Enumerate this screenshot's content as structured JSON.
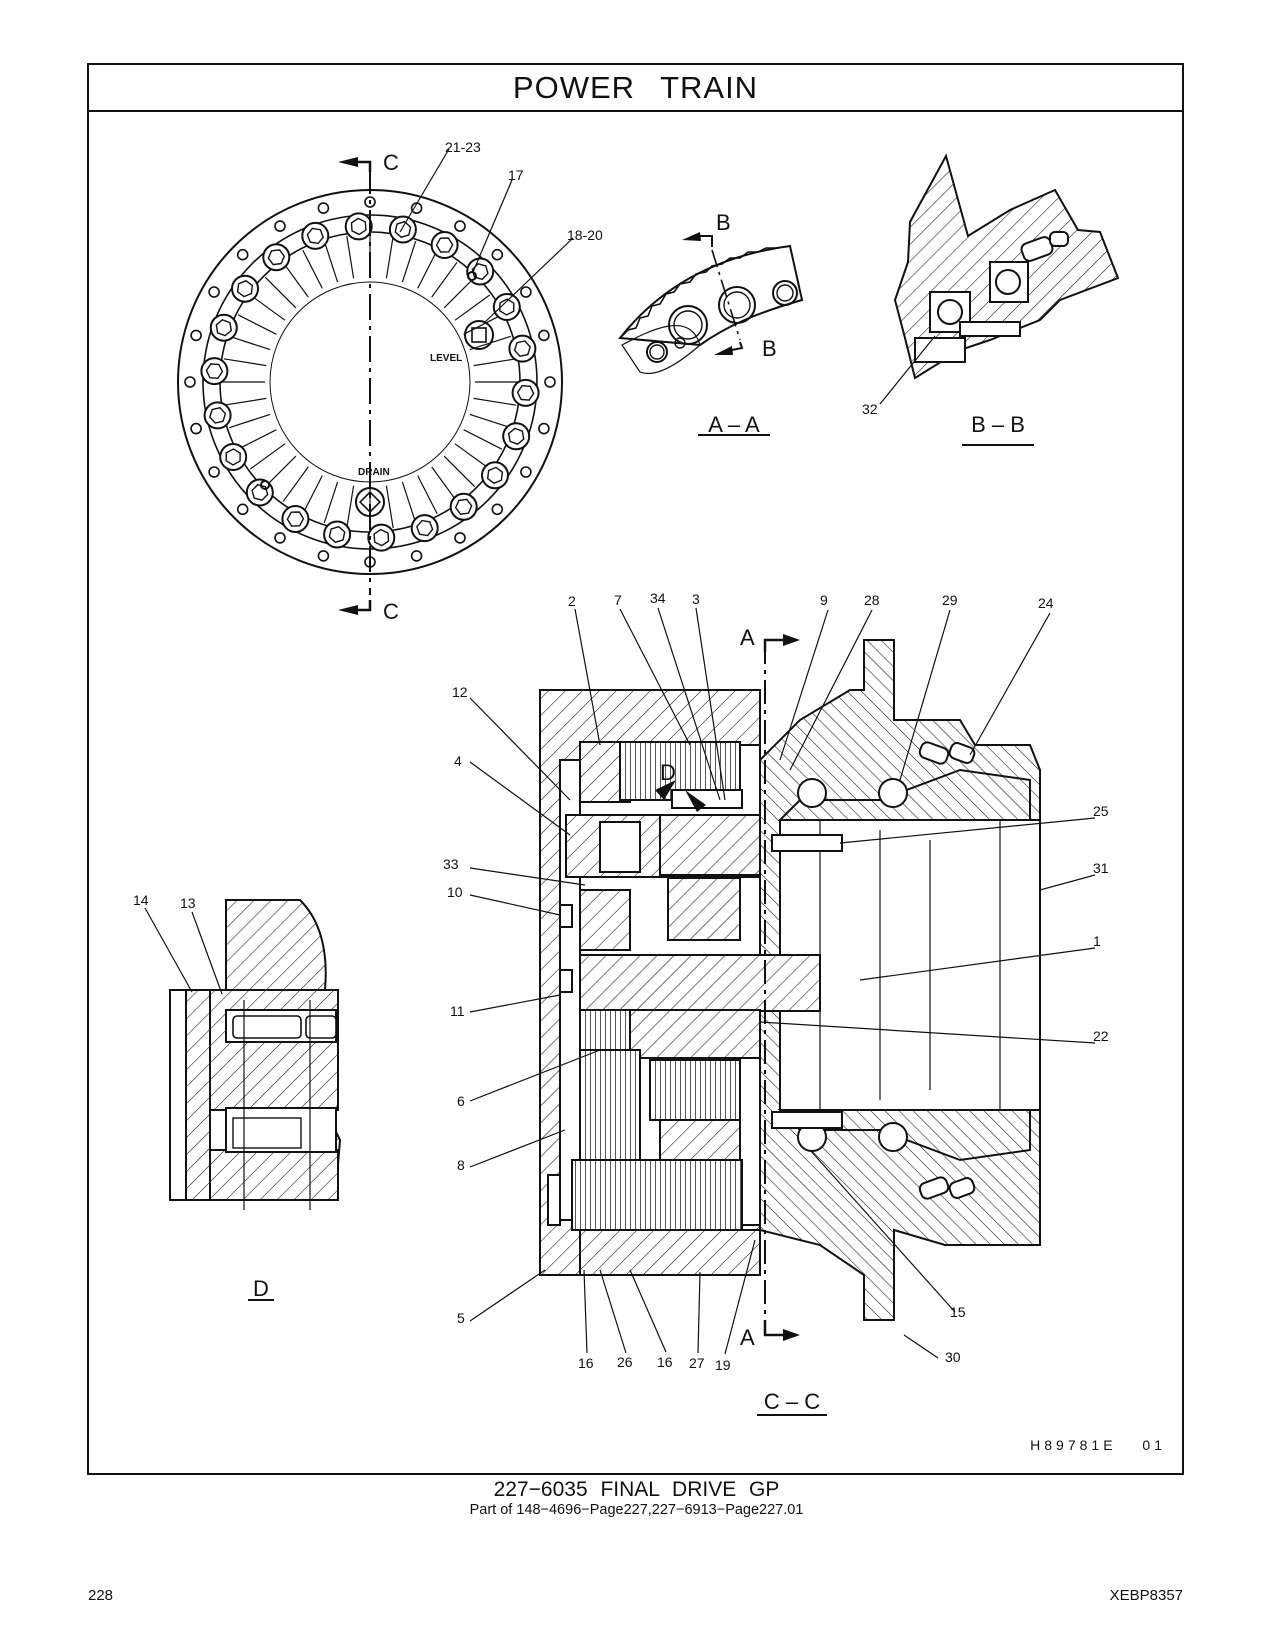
{
  "page": {
    "title": "POWER   TRAIN",
    "drawing_code": "H89781E   01",
    "group_title": "227−6035   FINAL  DRIVE  GP",
    "group_subtitle": "Part of 148−4696−Page227,227−6913−Page227.01",
    "page_number": "228",
    "doc_number": "XEBP8357"
  },
  "views": {
    "c_view": {
      "label_top": "C",
      "label_bottom": "C",
      "level": "LEVEL",
      "drain": "DRAIN"
    },
    "section_aa": {
      "label_b1": "B",
      "label_b2": "B",
      "caption": "A – A"
    },
    "section_bb": {
      "caption": "B – B"
    },
    "section_cc": {
      "label_a1": "A",
      "label_a2": "A",
      "label_d": "D",
      "caption": "C – C"
    },
    "detail_d": {
      "caption": "D"
    }
  },
  "callouts": {
    "c21_23": "21-23",
    "c17": "17",
    "c18_20": "18-20",
    "c32": "32",
    "c2": "2",
    "c7": "7",
    "c34": "34",
    "c3": "3",
    "c9": "9",
    "c28": "28",
    "c29": "29",
    "c24": "24",
    "c12": "12",
    "c4": "4",
    "c25": "25",
    "c33": "33",
    "c31": "31",
    "c10": "10",
    "c1": "1",
    "c14": "14",
    "c13": "13",
    "c11": "11",
    "c22": "22",
    "c6": "6",
    "c8": "8",
    "c15": "15",
    "c5": "5",
    "c30": "30",
    "c16a": "16",
    "c26": "26",
    "c16b": "16",
    "c27": "27",
    "c19": "19"
  },
  "colors": {
    "ink": "#111111",
    "paper": "#ffffff"
  }
}
